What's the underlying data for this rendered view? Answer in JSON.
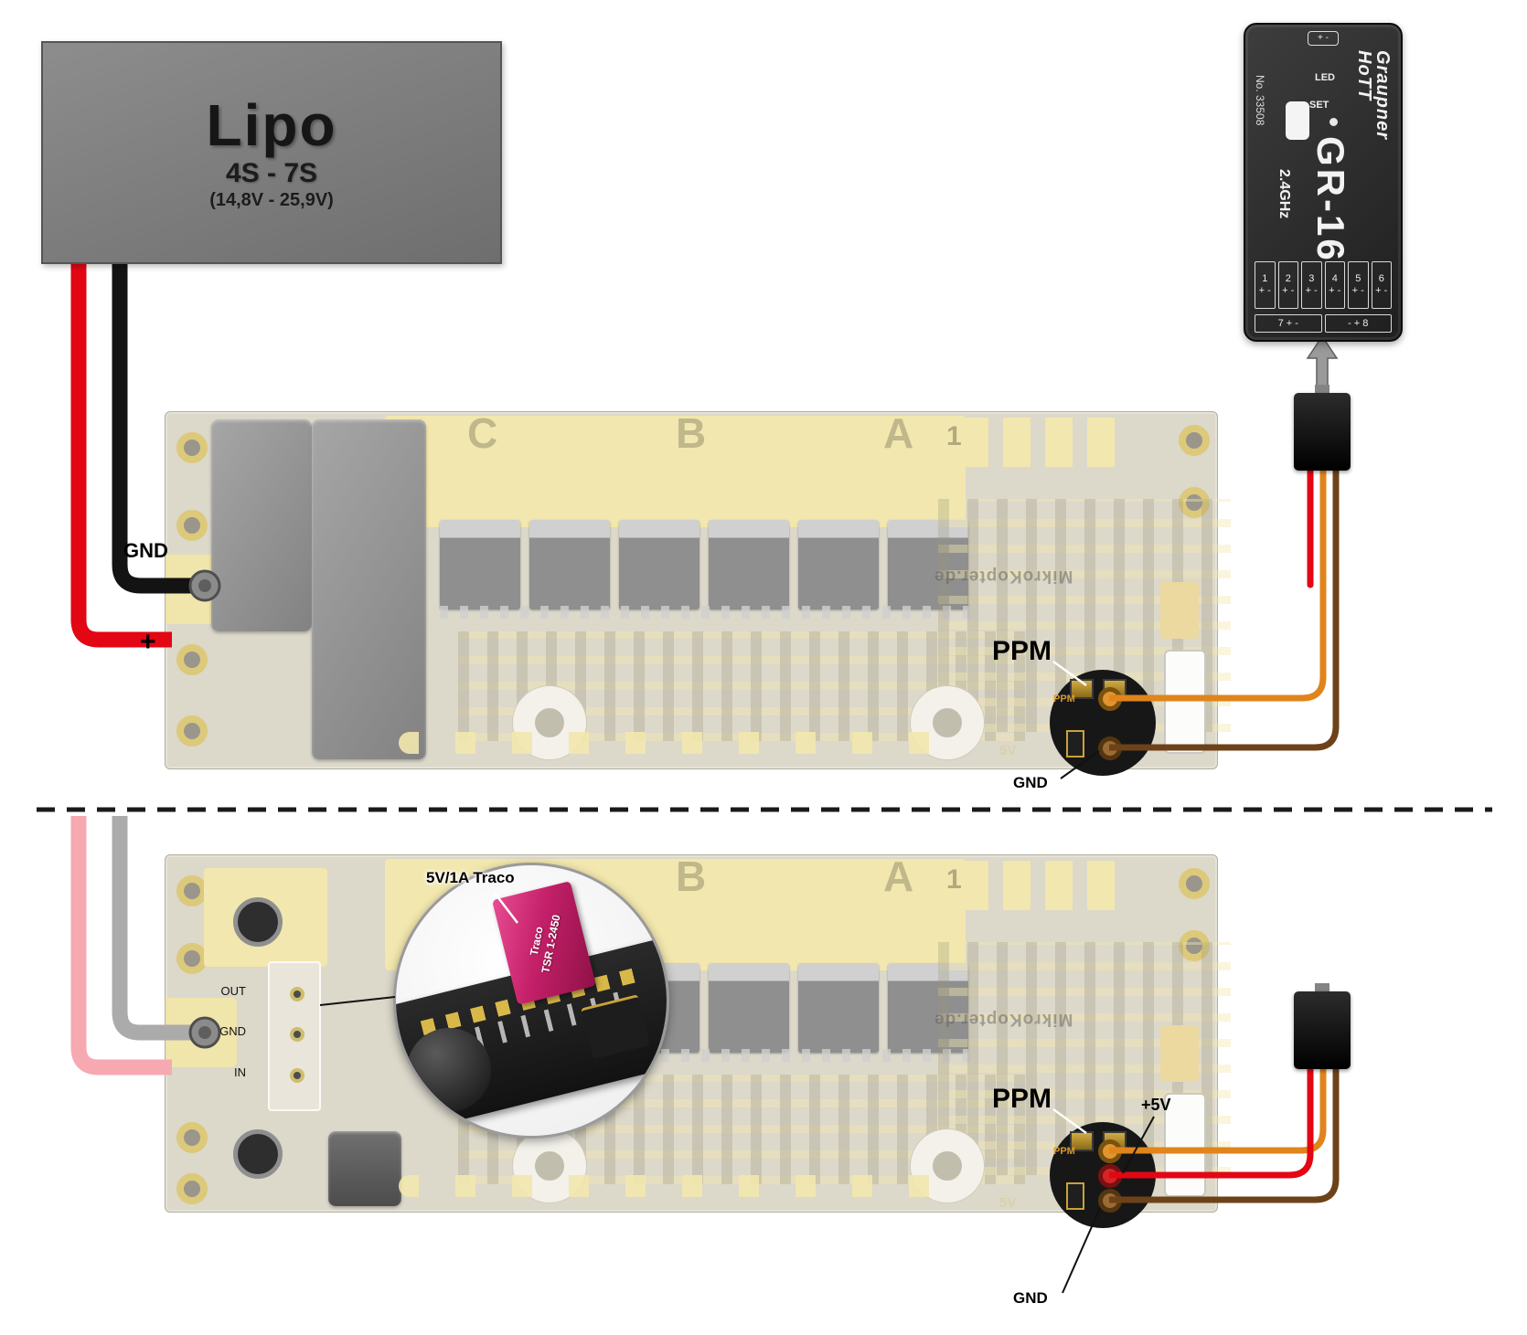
{
  "lipo": {
    "title": "Lipo",
    "cells": "4S - 7S",
    "voltage": "(14,8V - 25,9V)"
  },
  "annotations": {
    "gnd_battery": "GND",
    "plus": "+",
    "ppm_top": "PPM",
    "gnd_top": "GND",
    "ppm_bottom": "PPM",
    "plus_5v": "+5V",
    "gnd_bottom": "GND",
    "traco_callout": "5V/1A Traco"
  },
  "receiver": {
    "brand": "Graupner",
    "logo": "HoTT",
    "model": "GR-16",
    "freq": "2.4GHz",
    "number": "No. 33508",
    "led": "LED",
    "set": "SET",
    "pins": [
      "1",
      "2",
      "3",
      "4",
      "5",
      "6"
    ],
    "pin_polarity": "+ -",
    "pin_bottom_left": "7 + -",
    "pin_bottom_right": "- + 8"
  },
  "board": {
    "letters": [
      "C",
      "B",
      "A"
    ],
    "one": "1",
    "brand": "MikroKopter.de",
    "five_v": "5V",
    "ppm_silk": "PPM"
  },
  "traco_module": {
    "out": "OUT",
    "gnd": "GND",
    "in": "IN",
    "part_line1": "Traco",
    "part_line2": "TSR 1-2450"
  },
  "colors": {
    "wire_red": "#e30613",
    "wire_black": "#131313",
    "wire_orange": "#e0841c",
    "wire_brown": "#6e4218",
    "wire_pink": "#f6a9b0",
    "wire_gray": "#ababab",
    "board_yellow": "#f2e7ae",
    "traco_pink": "#c42069",
    "receiver_body": "#2b2b2b"
  }
}
